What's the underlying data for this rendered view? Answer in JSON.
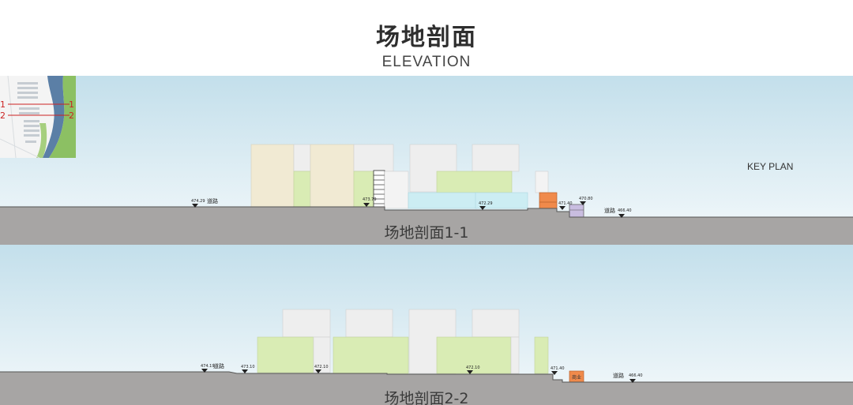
{
  "header": {
    "title": "场地剖面",
    "subtitle": "ELEVATION"
  },
  "key_plan": {
    "label": "KEY PLAN",
    "line1_left": "1",
    "line1_right": "1",
    "line2_left": "2",
    "line2_right": "2"
  },
  "section_1": {
    "caption": "场地剖面1-1",
    "road_left": "道路",
    "road_right": "道路",
    "elev_1": "474.29",
    "elev_2": "473.79",
    "elev_3": "472.29",
    "elev_4": "471.40",
    "elev_5": "470.80",
    "elev_6": "466.40"
  },
  "section_2": {
    "caption": "场地剖面2-2",
    "road_left": "道路",
    "road_right": "道路",
    "shop_label": "商业",
    "elev_1": "474.19",
    "elev_2": "473.10",
    "elev_3": "472.10",
    "elev_4": "472.10",
    "elev_5": "471.40",
    "elev_6": "466.40"
  },
  "colors": {
    "sky_top": "#c5e0ec",
    "ground": "#a7a5a4",
    "tower_beige": "#f1ead3",
    "podium_green": "#d9ecb4",
    "glass_blue": "#ccedf3",
    "building_white": "#eeeeee",
    "accent_orange": "#f08a4b",
    "accent_purple": "#c9bde0"
  }
}
